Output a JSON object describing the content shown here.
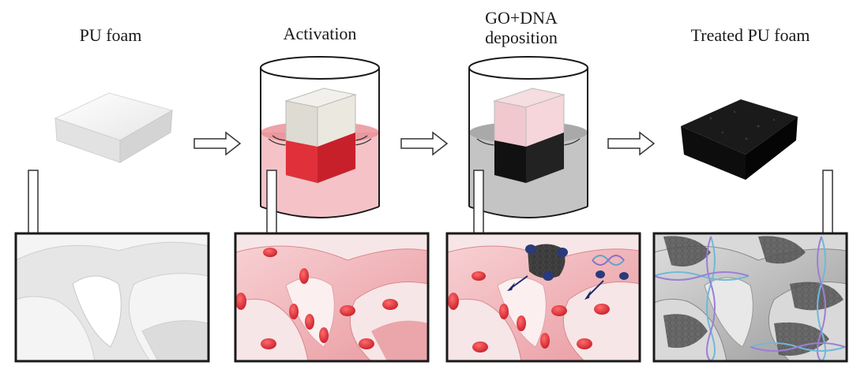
{
  "steps": [
    {
      "label": "PU foam"
    },
    {
      "label": "Activation"
    },
    {
      "label": "GO+DNA\ndeposition"
    },
    {
      "label": "Treated PU foam"
    }
  ],
  "colors": {
    "activation_red": "#e0303a",
    "solution_pink": "#f3b9bd",
    "go_black": "#111111",
    "solution_gray": "#b8b8b8",
    "foam_white": "#f2f2f2",
    "dna_blue": "#2a3a7a"
  }
}
